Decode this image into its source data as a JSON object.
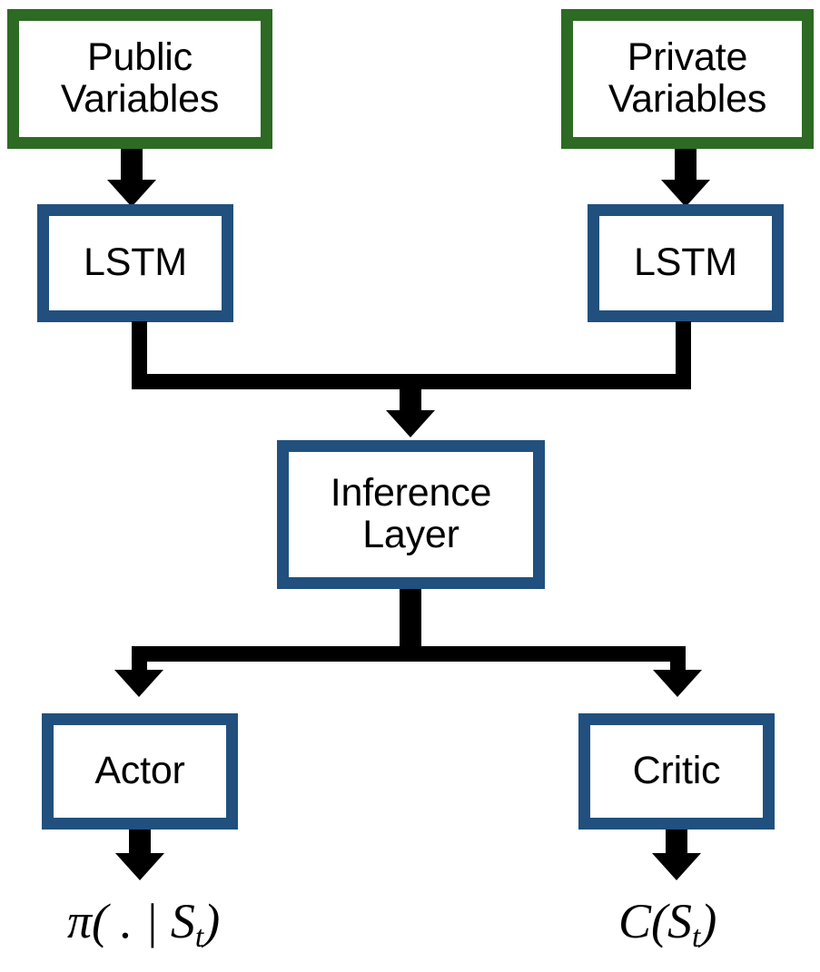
{
  "diagram": {
    "title": "Actor-Critic network architecture with public and private variable LSTM encoders",
    "colors": {
      "input_border_green": "#2d6a23",
      "module_border_blue": "#21507e",
      "connector_black": "#000000",
      "background": "#ffffff",
      "text": "#000000"
    },
    "nodes": [
      {
        "id": "public-variables",
        "label": "Public\nVariables",
        "kind": "input-block",
        "border_color": "#2d6a23"
      },
      {
        "id": "private-variables",
        "label": "Private\nVariables",
        "kind": "input-block",
        "border_color": "#2d6a23"
      },
      {
        "id": "lstm-public",
        "label": "LSTM",
        "kind": "module-block",
        "border_color": "#21507e"
      },
      {
        "id": "lstm-private",
        "label": "LSTM",
        "kind": "module-block",
        "border_color": "#21507e"
      },
      {
        "id": "inference-layer",
        "label": "Inference\nLayer",
        "kind": "module-block",
        "border_color": "#21507e"
      },
      {
        "id": "actor",
        "label": "Actor",
        "kind": "module-block",
        "border_color": "#21507e"
      },
      {
        "id": "critic",
        "label": "Critic",
        "kind": "module-block",
        "border_color": "#21507e"
      }
    ],
    "outputs": [
      {
        "id": "policy-output",
        "pre": "π( . | S",
        "sub": "t",
        "post": ")"
      },
      {
        "id": "value-output",
        "pre": "C(S",
        "sub": "t",
        "post": ")"
      }
    ],
    "edges": [
      {
        "from": "public-variables",
        "to": "lstm-public",
        "style": "arrow-down"
      },
      {
        "from": "private-variables",
        "to": "lstm-private",
        "style": "arrow-down"
      },
      {
        "from": "lstm-public",
        "to": "inference-layer",
        "style": "merge-arrow-down"
      },
      {
        "from": "lstm-private",
        "to": "inference-layer",
        "style": "merge-arrow-down"
      },
      {
        "from": "inference-layer",
        "to": "actor",
        "style": "split-arrow-down"
      },
      {
        "from": "inference-layer",
        "to": "critic",
        "style": "split-arrow-down"
      },
      {
        "from": "actor",
        "to": "policy-output",
        "style": "arrow-down"
      },
      {
        "from": "critic",
        "to": "value-output",
        "style": "arrow-down"
      }
    ]
  }
}
